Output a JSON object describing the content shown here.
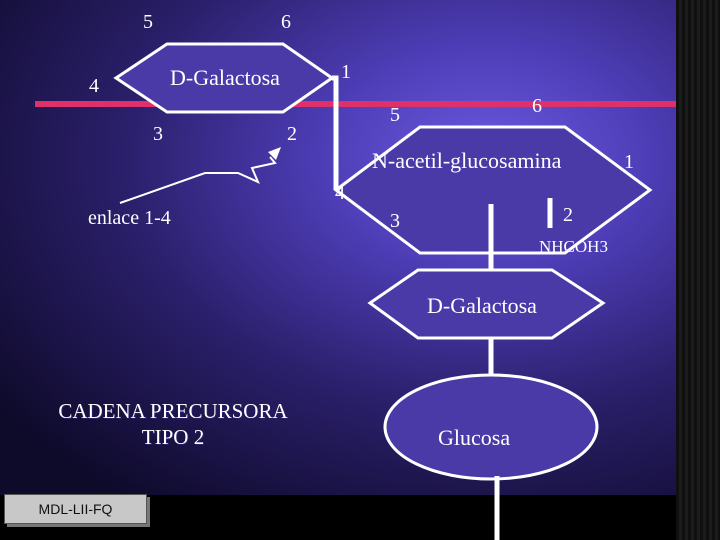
{
  "top_sugar": {
    "name": "D-Galactosa",
    "carbons": {
      "c1": "1",
      "c2": "2",
      "c3": "3",
      "c4": "4",
      "c5": "5",
      "c6": "6"
    }
  },
  "middle_sugar": {
    "name": "N-acetil-glucosamina",
    "carbons": {
      "c1": "1",
      "c2": "2",
      "c3": "3",
      "c4": "4",
      "c5": "5",
      "c6": "6"
    },
    "substituent": "NHCOH3"
  },
  "lower_sugar": {
    "name": "D-Galactosa"
  },
  "bottom_sugar": {
    "name": "Glucosa"
  },
  "bond_label": "enlace 1-4",
  "caption": {
    "line1": "CADENA PRECURSORA",
    "line2": "TIPO 2"
  },
  "footer": "MDL-LII-FQ",
  "colors": {
    "line": "#ffffff",
    "accent_line": "#e0306a",
    "hexagon_fill": "#4a3aa8"
  }
}
